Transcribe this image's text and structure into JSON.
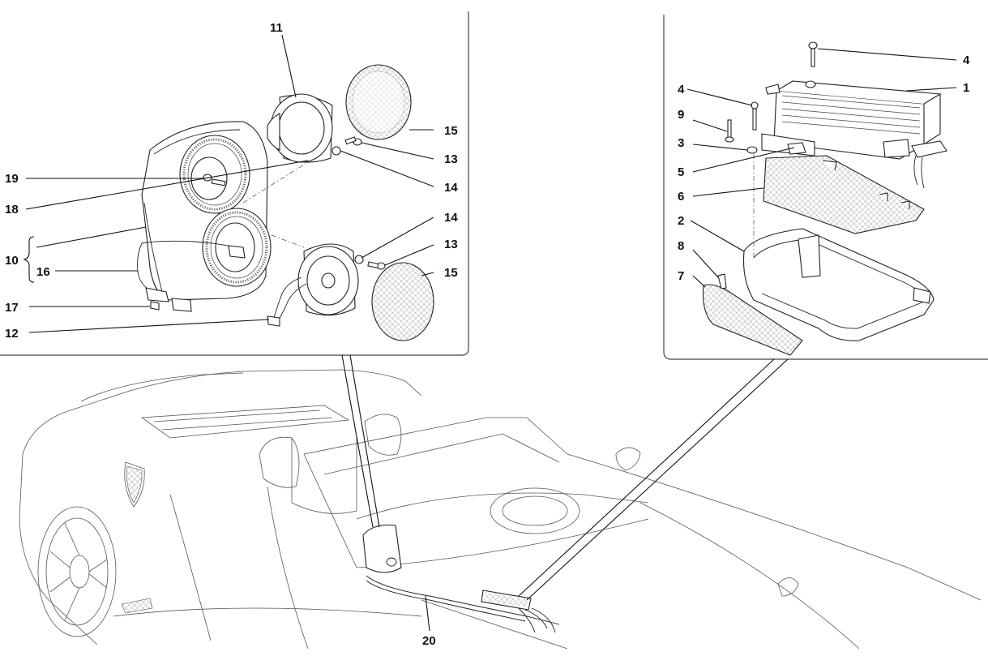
{
  "diagram": {
    "left_panel_labels": {
      "l11": "11",
      "l15a": "15",
      "l13a": "13",
      "l14a": "14",
      "l19": "19",
      "l18": "18",
      "l14b": "14",
      "l13b": "13",
      "l10": "10",
      "l16": "16",
      "l15b": "15",
      "l17": "17",
      "l12": "12"
    },
    "right_panel_labels": {
      "r4a": "4",
      "r1": "1",
      "r4b": "4",
      "r9": "9",
      "r3": "3",
      "r5": "5",
      "r6": "6",
      "r2": "2",
      "r8": "8",
      "r7": "7"
    },
    "bottom_label": "20"
  }
}
